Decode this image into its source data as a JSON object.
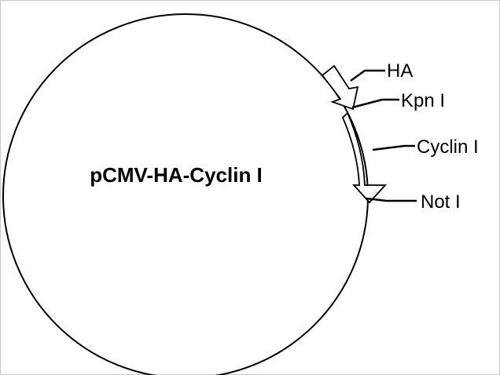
{
  "plasmid": {
    "name": "pCMV-HA-Cyclin I"
  },
  "features": {
    "ha": {
      "label": "HA"
    },
    "cyclin": {
      "label": "Cyclin I"
    }
  },
  "sites": {
    "kpn": {
      "label": "Kpn I"
    },
    "not": {
      "label": "Not I"
    }
  },
  "colors": {
    "stroke": "#000000",
    "background": "#ffffff"
  }
}
